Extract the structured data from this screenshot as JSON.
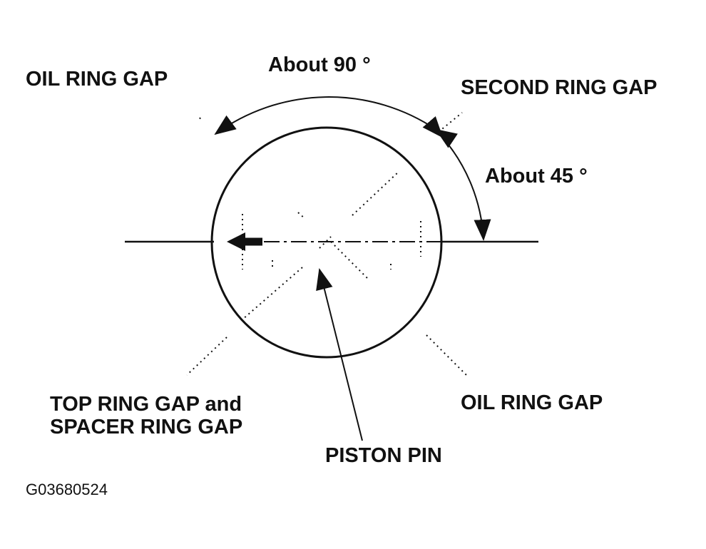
{
  "labels": {
    "oil_ring_gap_top": "OIL RING GAP",
    "second_ring_gap": "SECOND RING GAP",
    "about_90": "About 90 °",
    "about_45": "About 45 °",
    "top_ring_gap_line1": "TOP RING GAP and",
    "top_ring_gap_line2": "SPACER RING GAP",
    "oil_ring_gap_bottom": "OIL RING GAP",
    "piston_pin": "PISTON PIN",
    "figure_code": "G03680524"
  },
  "colors": {
    "ink": "#111111",
    "background": "#ffffff"
  }
}
